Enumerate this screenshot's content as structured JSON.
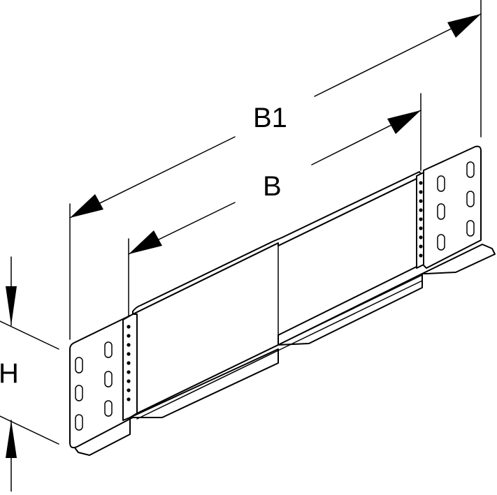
{
  "diagram": {
    "labels": {
      "b1": "B1",
      "b": "B",
      "h": "H"
    }
  }
}
